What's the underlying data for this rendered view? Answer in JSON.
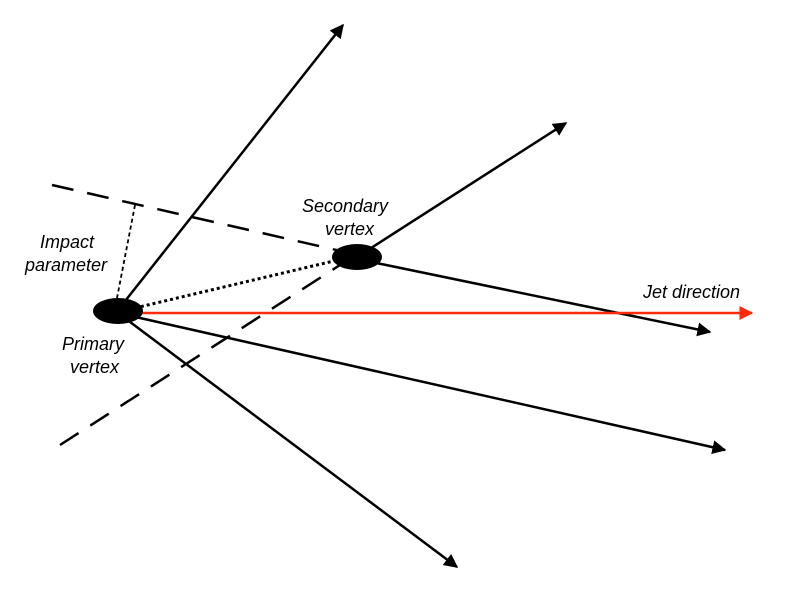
{
  "labels": {
    "impact_parameter_line1": "Impact",
    "impact_parameter_line2": "parameter",
    "secondary_vertex_line1": "Secondary",
    "secondary_vertex_line2": "vertex",
    "primary_vertex_line1": "Primary",
    "primary_vertex_line2": "vertex",
    "jet_direction": "Jet direction"
  },
  "colors": {
    "track": "#000000",
    "jet_axis": "#ff2a0a",
    "background": "#ffffff"
  }
}
